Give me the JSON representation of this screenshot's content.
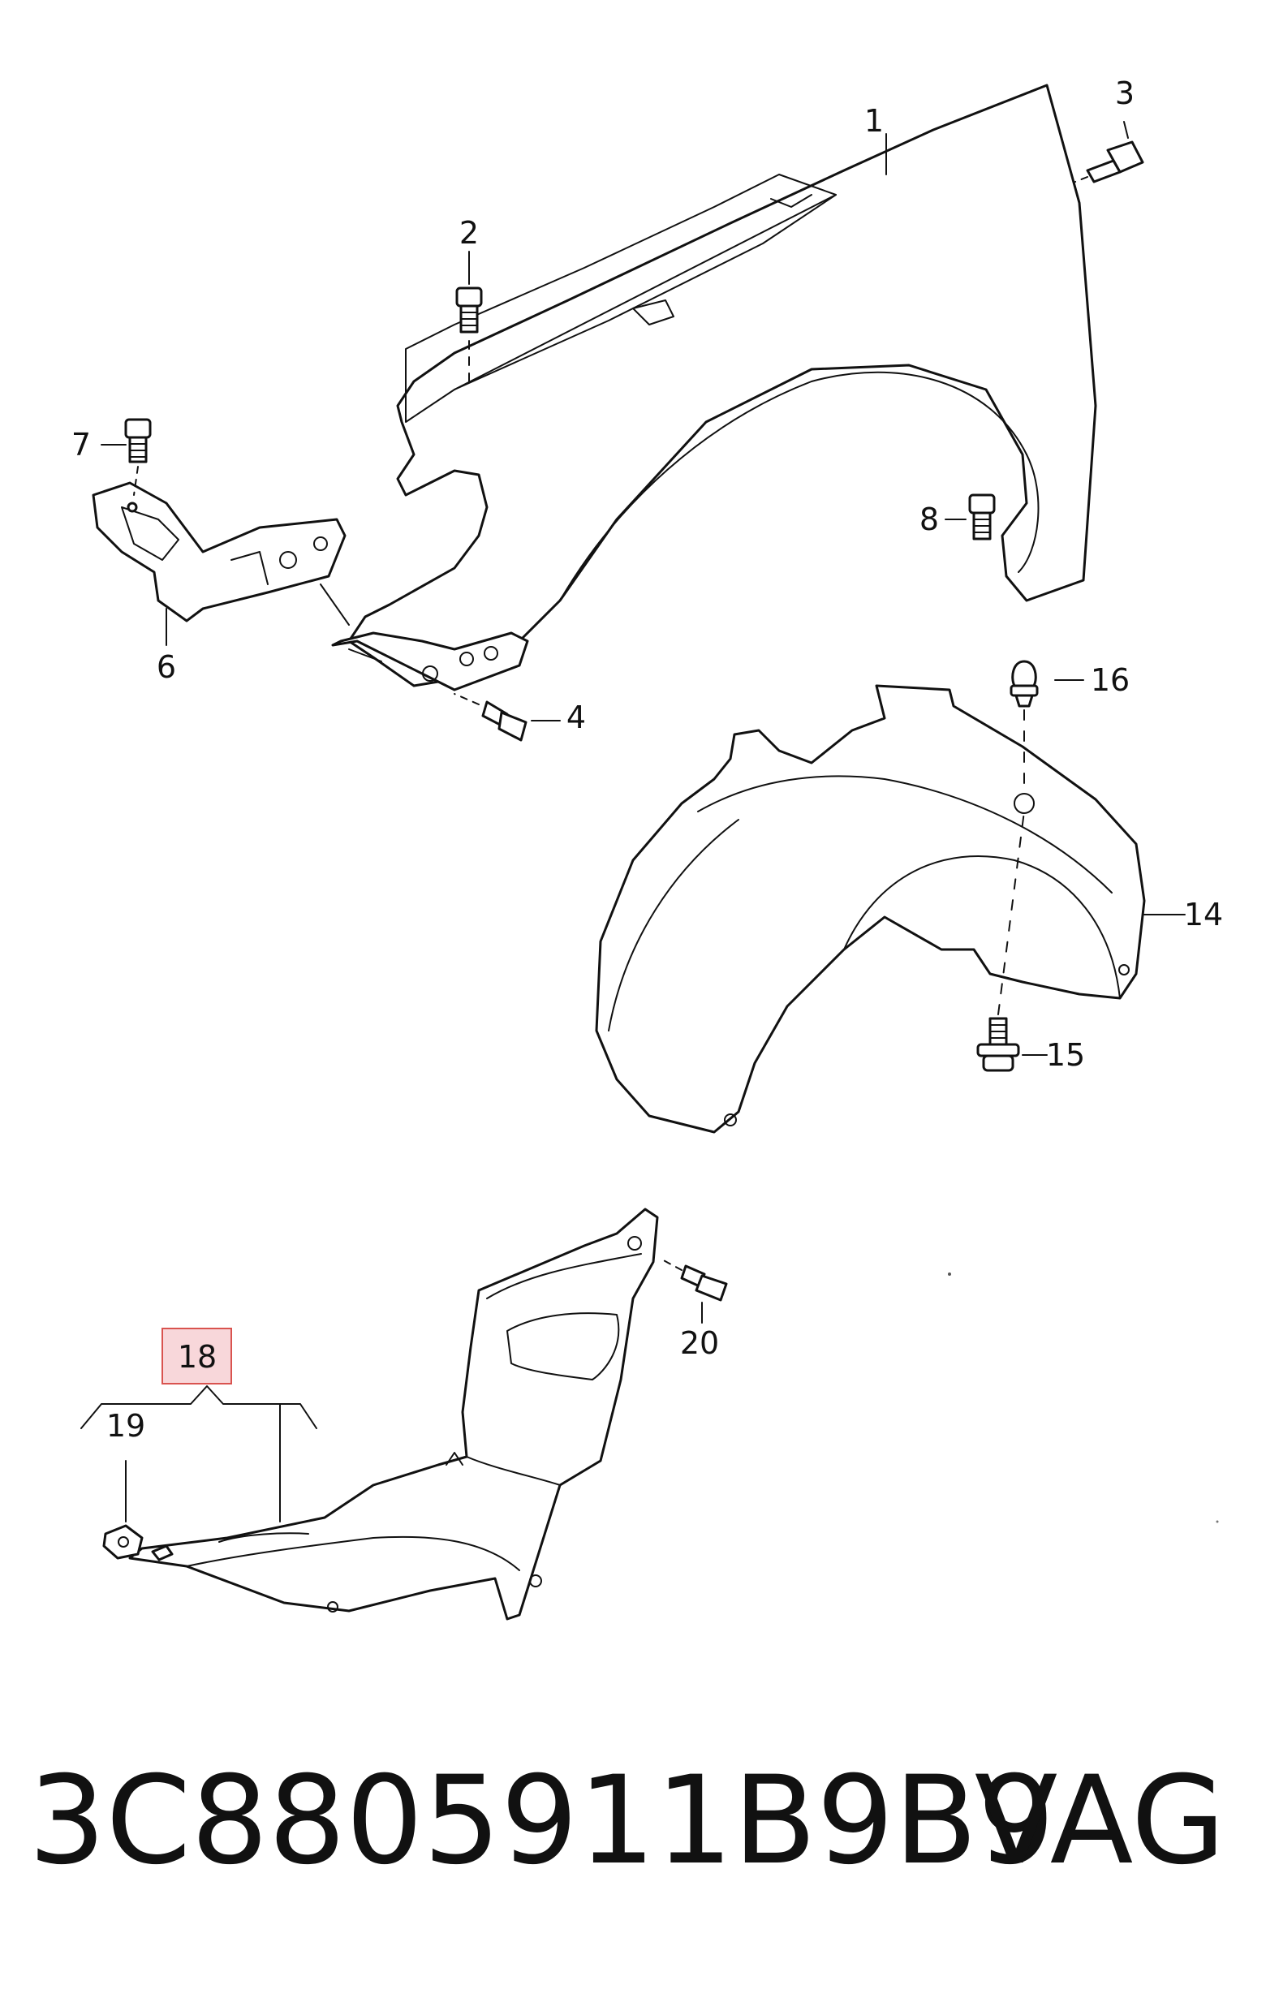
{
  "diagram": {
    "callouts": [
      {
        "id": "1",
        "label": "1"
      },
      {
        "id": "2",
        "label": "2"
      },
      {
        "id": "3",
        "label": "3"
      },
      {
        "id": "4",
        "label": "4"
      },
      {
        "id": "6",
        "label": "6"
      },
      {
        "id": "7",
        "label": "7"
      },
      {
        "id": "8",
        "label": "8"
      },
      {
        "id": "14",
        "label": "14"
      },
      {
        "id": "15",
        "label": "15"
      },
      {
        "id": "16",
        "label": "16"
      },
      {
        "id": "18",
        "label": "18"
      },
      {
        "id": "19",
        "label": "19"
      },
      {
        "id": "20",
        "label": "20"
      }
    ],
    "highlighted_callout": "18",
    "highlight_fill": "#f8d7da",
    "highlight_stroke": "#d9534f"
  },
  "footer": {
    "part_number": "3C8805911B9B9",
    "brand": "VAG"
  }
}
